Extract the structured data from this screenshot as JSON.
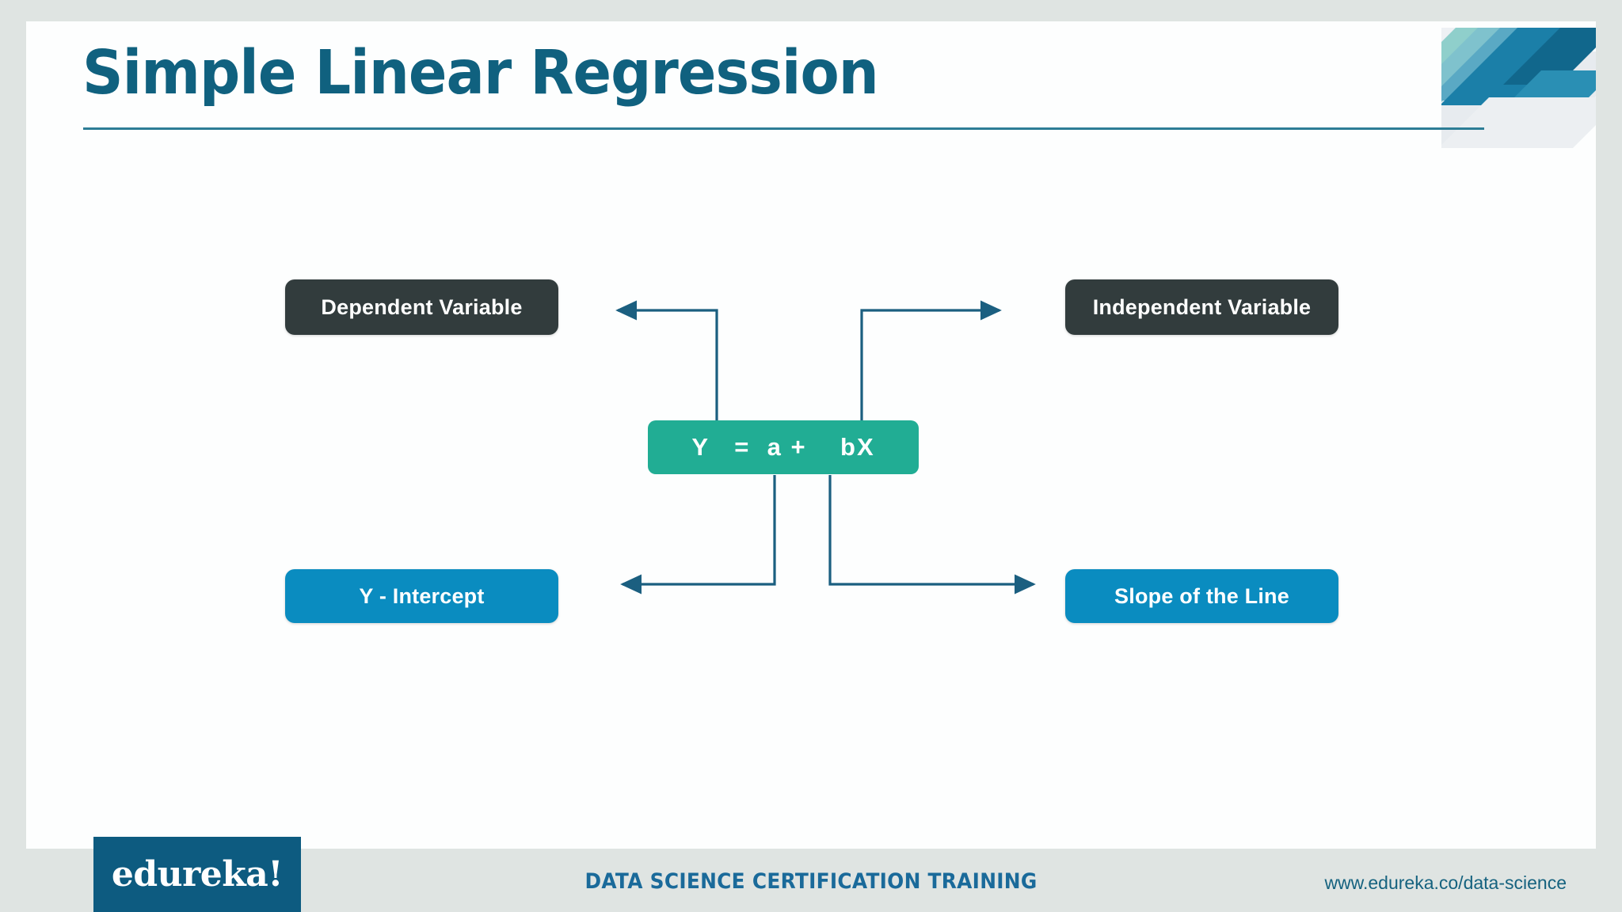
{
  "slide": {
    "title": "Simple Linear Regression",
    "accent_color": "#10617f",
    "rule_color": "#2d7d96",
    "background_color": "#dfe4e2",
    "canvas_color": "#fdfefe"
  },
  "diagram": {
    "equation_box": {
      "text": "Y   =  a +    bX",
      "color": "#21ad94"
    },
    "nodes": [
      {
        "id": "dependent-variable",
        "label": "Dependent Variable",
        "color": "#323c3d",
        "position": "top-left"
      },
      {
        "id": "independent-variable",
        "label": "Independent Variable",
        "color": "#323c3d",
        "position": "top-right"
      },
      {
        "id": "y-intercept",
        "label": "Y - Intercept",
        "color": "#0a8cc0",
        "position": "bottom-left"
      },
      {
        "id": "slope-of-the-line",
        "label": "Slope of the Line",
        "color": "#0a8cc0",
        "position": "bottom-right"
      }
    ],
    "connectors": {
      "color": "#1b5f80",
      "arrows": [
        {
          "from": "equation-box",
          "to": "dependent-variable"
        },
        {
          "from": "equation-box",
          "to": "independent-variable"
        },
        {
          "from": "equation-box",
          "to": "y-intercept"
        },
        {
          "from": "equation-box",
          "to": "slope-of-the-line"
        }
      ]
    }
  },
  "footer": {
    "logo_text": "edureka!",
    "logo_color": "#0d5b80",
    "center_text": "DATA SCIENCE CERTIFICATION TRAINING",
    "center_color": "#1a6a9a",
    "url": "www.edureka.co/data-science"
  },
  "decoration": {
    "name": "corner-ribbon",
    "colors": [
      "#8fcfcb",
      "#7fc2cd",
      "#5aa9c4",
      "#1b7fa8",
      "#11678c",
      "#2a8fb4",
      "#eef1f4"
    ]
  }
}
